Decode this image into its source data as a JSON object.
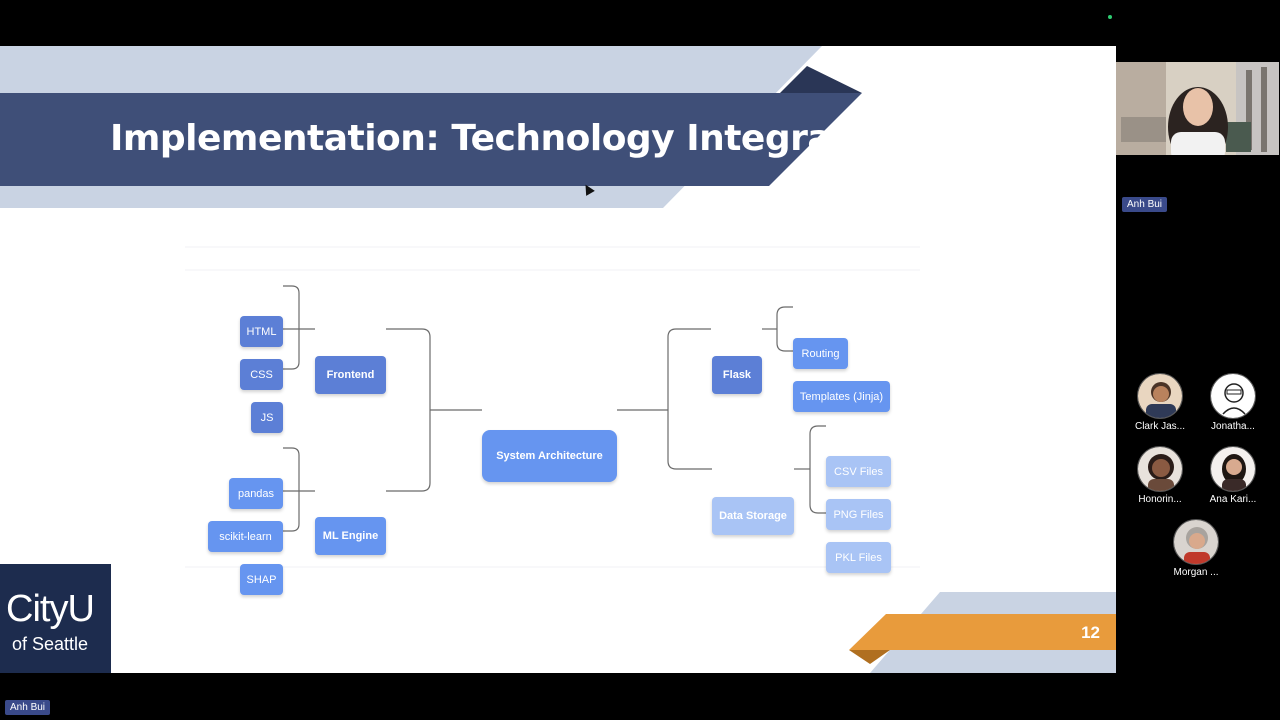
{
  "slide": {
    "title": "Implementation: Technology Integration",
    "page_number": "12",
    "logo_line1": "CityU",
    "logo_line2": "of Seattle"
  },
  "diagram": {
    "center": "System Architecture",
    "frontend": {
      "label": "Frontend",
      "children": [
        "HTML",
        "CSS",
        "JS"
      ]
    },
    "ml_engine": {
      "label": "ML Engine",
      "children": [
        "pandas",
        "scikit-learn",
        "SHAP"
      ]
    },
    "flask": {
      "label": "Flask",
      "children": [
        "Routing",
        "Templates (Jinja)"
      ]
    },
    "data_storage": {
      "label": "Data Storage",
      "children": [
        "CSV Files",
        "PNG Files",
        "PKL Files"
      ]
    }
  },
  "meeting": {
    "presenter_name": "Anh Bui",
    "speaker_tag": "Anh Bui",
    "participants": [
      {
        "name": "Clark Jas..."
      },
      {
        "name": "Jonatha..."
      },
      {
        "name": "Honorin..."
      },
      {
        "name": "Ana Kari..."
      },
      {
        "name": "Morgan ..."
      }
    ]
  },
  "colors": {
    "title_band": "#3f4f78",
    "light_band": "#c9d3e3",
    "orange_band": "#e89b3c",
    "node_blue": "#5c7fd6",
    "node_light": "#a9c4f5",
    "logo_bg": "#1d2c4e"
  }
}
